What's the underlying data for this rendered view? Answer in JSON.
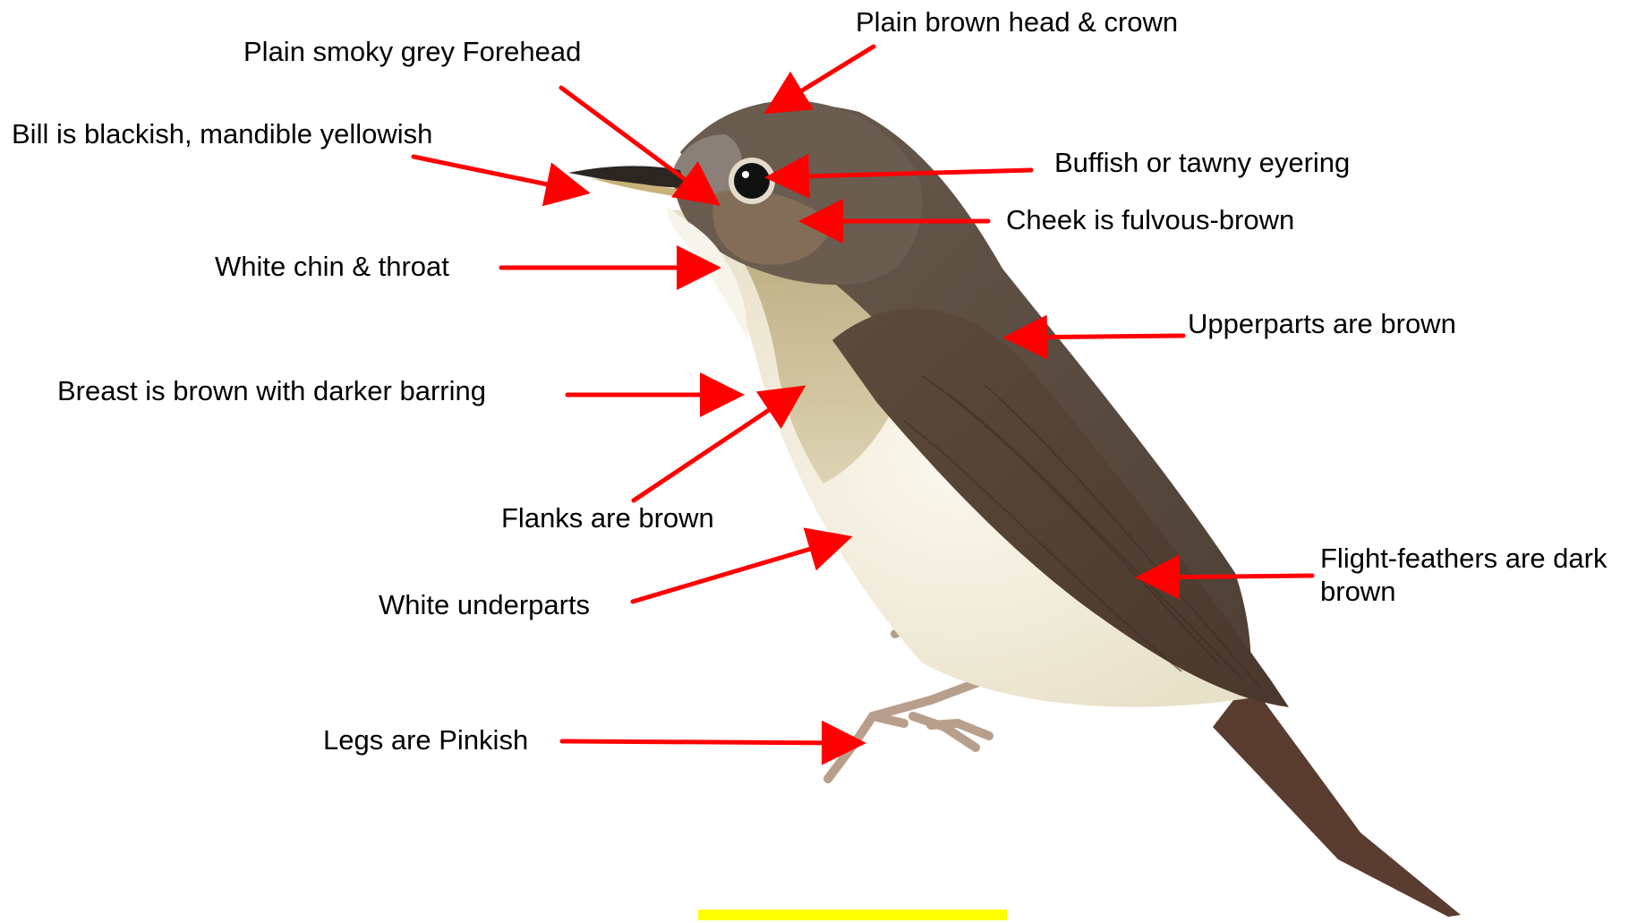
{
  "colors": {
    "arrow": "#ff0000",
    "highlight": "#ffff00",
    "bird_upperparts": "#5a4b3f",
    "bird_underparts": "#f3efe2",
    "bird_breast": "#c9b98f"
  },
  "labels": {
    "head_crown": "Plain brown head  & crown",
    "forehead": "Plain smoky grey  Forehead",
    "bill": "Bill is blackish, mandible yellowish",
    "eyering": "Buffish or tawny eyering",
    "cheek": "Cheek is fulvous-brown",
    "chin_throat": "White chin & throat",
    "upperparts": "Upperparts are brown",
    "breast": "Breast is brown with darker barring",
    "flanks": "Flanks are brown",
    "underparts": "White underparts",
    "flight_feathers": "Flight-feathers  are dark brown",
    "legs": "Legs are Pinkish"
  }
}
